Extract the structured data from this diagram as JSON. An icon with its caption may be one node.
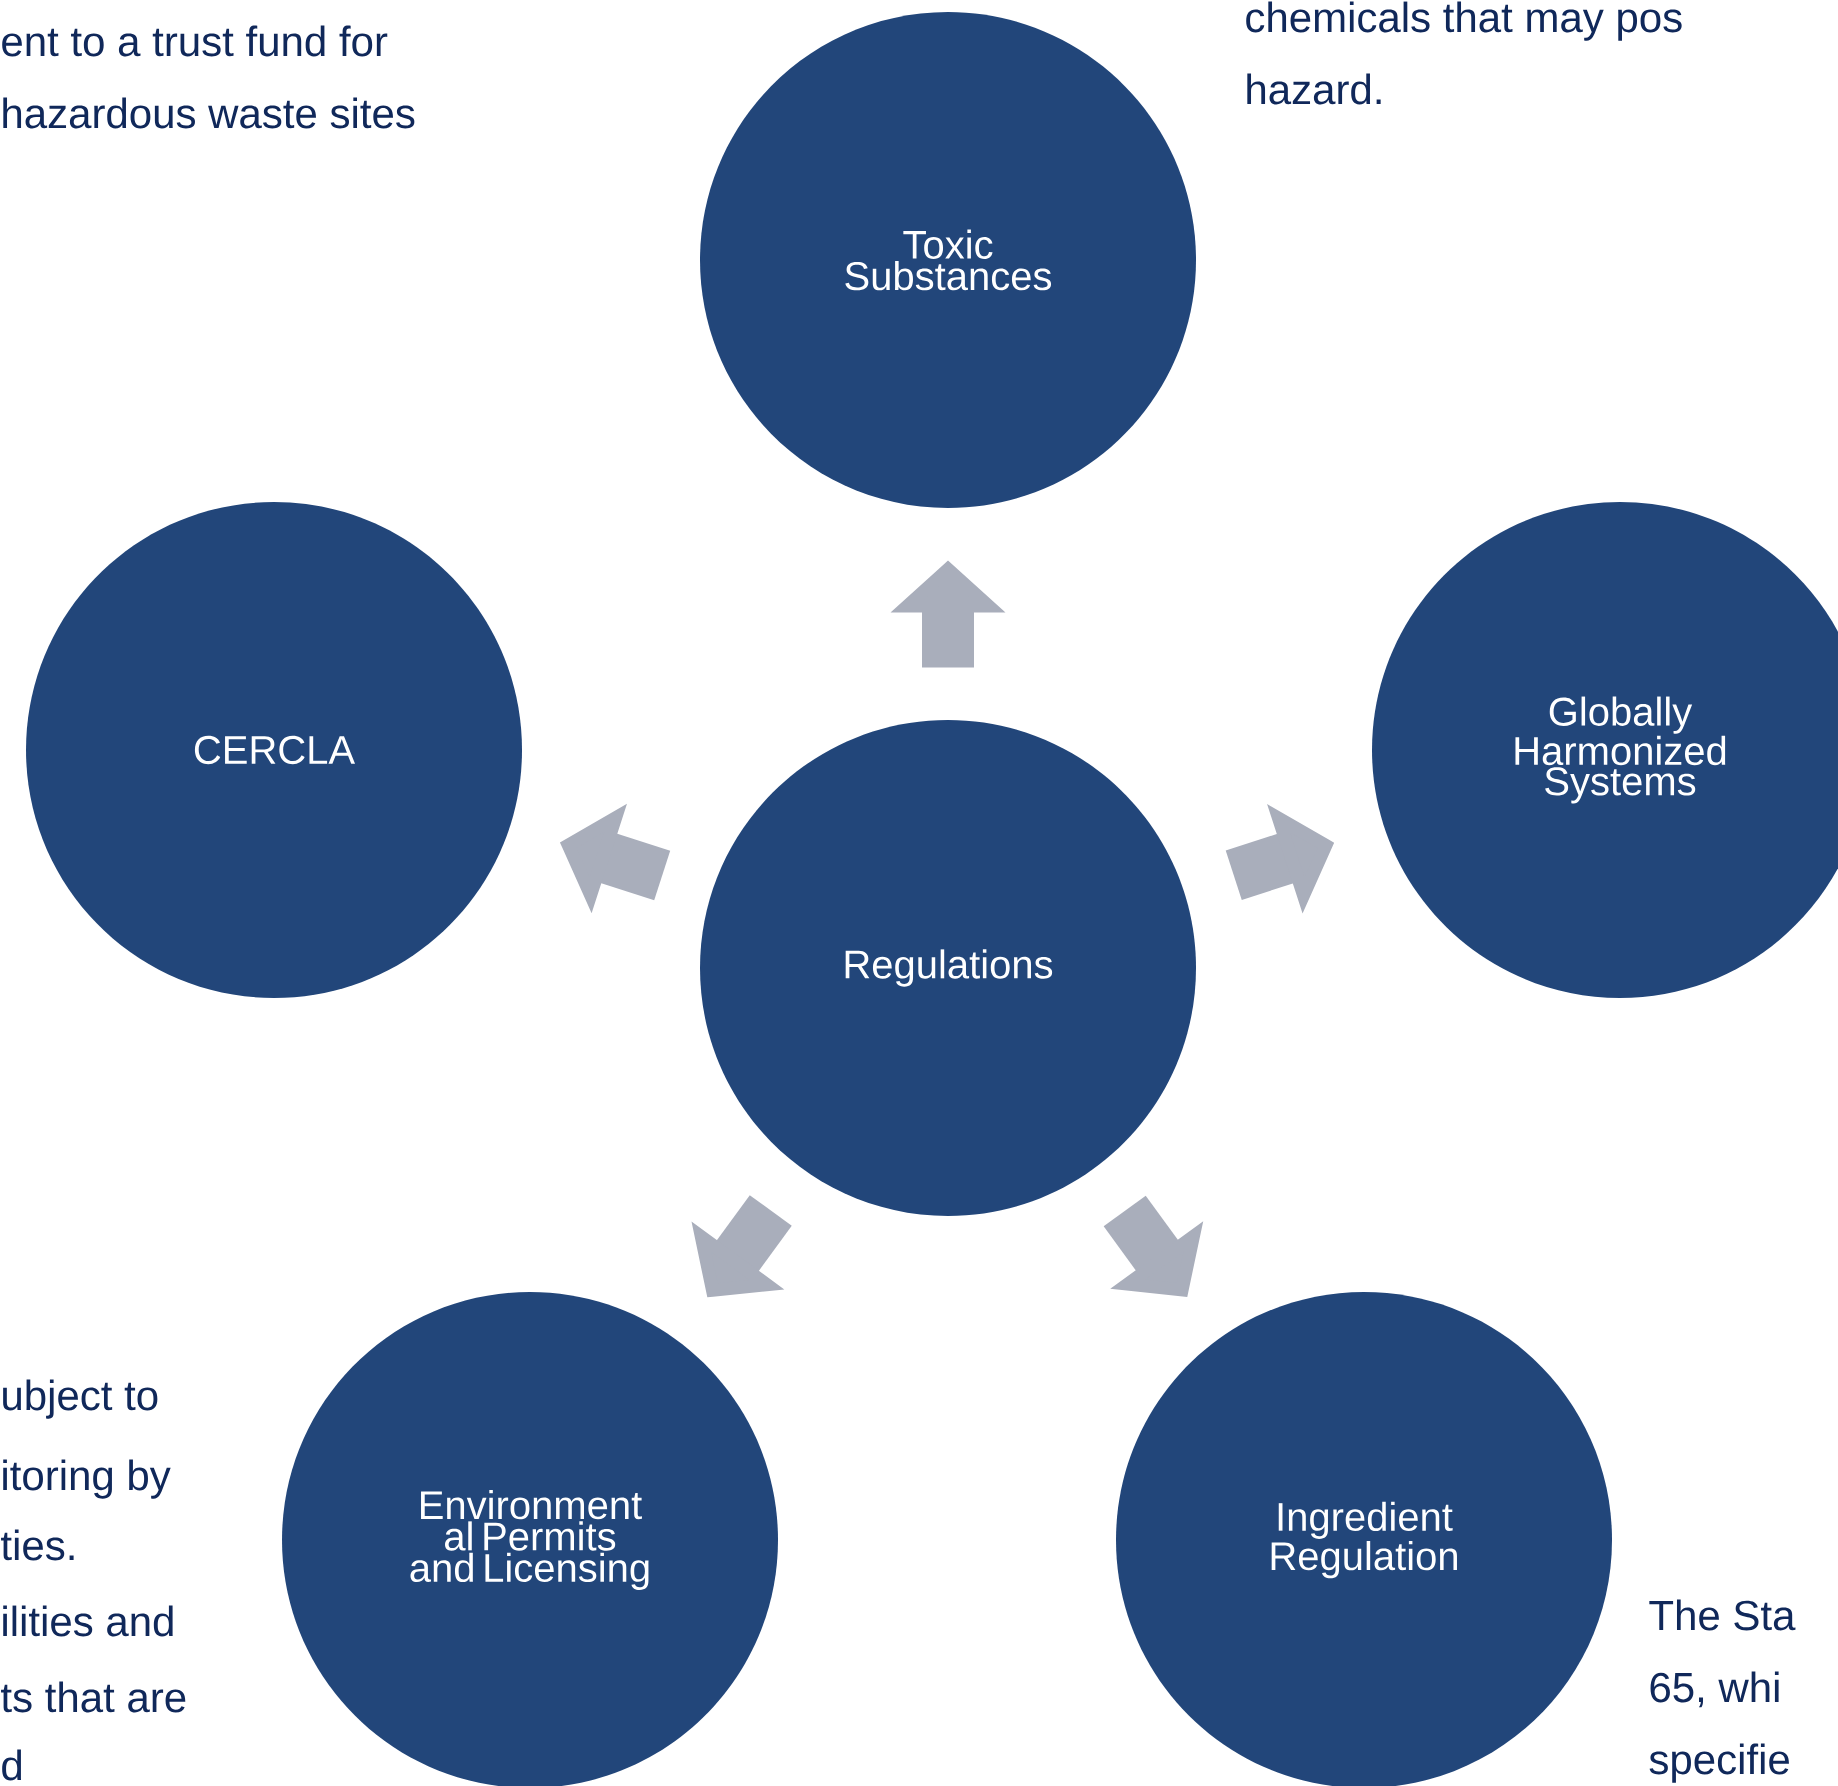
{
  "diagram": {
    "nodes": [
      {
        "text": [
          "Toxic Substances"
        ]
      },
      {
        "text": [
          "CERCLA"
        ]
      },
      {
        "text": [
          "Globally Harmonized Systems"
        ]
      },
      {
        "text": [
          "Regulations"
        ]
      },
      {
        "text": [
          "Environment al Permits and Licensing"
        ]
      },
      {
        "text": [
          "Ingredient Regulation"
        ]
      }
    ],
    "edges": [
      {
        "from": 3,
        "to": 0,
        "arrow": "to"
      },
      {
        "from": 3,
        "to": 1,
        "arrow": "to"
      },
      {
        "from": 3,
        "to": 2,
        "arrow": "to"
      },
      {
        "from": 3,
        "to": 4,
        "arrow": "to"
      },
      {
        "from": 3,
        "to": 5,
        "arrow": "to"
      }
    ],
    "labels": [
      "ent to a trust fund for",
      "hazardous waste sites",
      "chemicals that may pos",
      "hazard.",
      "ubject to",
      "itoring by",
      "ties.",
      "ilities and",
      "ts that are",
      "d",
      "The Sta",
      "65, whi",
      "specifie"
    ]
  }
}
